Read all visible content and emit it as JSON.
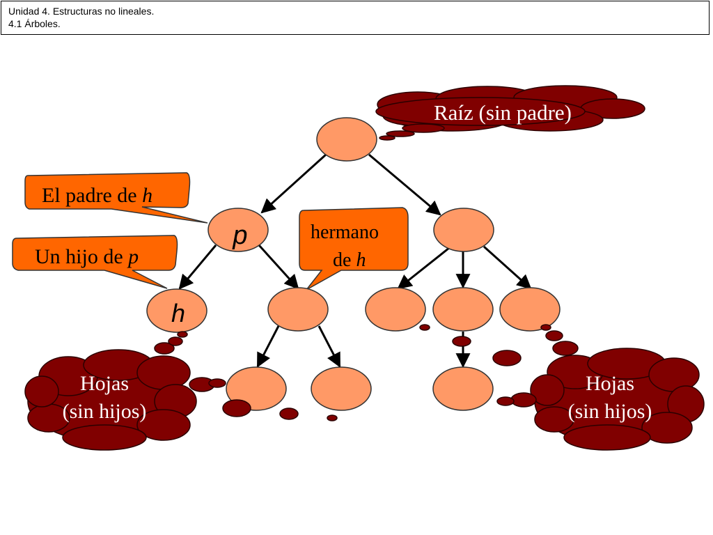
{
  "header": {
    "line1": "Unidad 4. Estructuras no lineales.",
    "line2": "4.1 Árboles."
  },
  "nodes": {
    "p": "p",
    "h": "h"
  },
  "callouts": {
    "padre": {
      "prefix": "El padre de ",
      "var": "h"
    },
    "hijo": {
      "prefix": "Un hijo de ",
      "var": "p"
    },
    "hermano": {
      "line1": "hermano",
      "prefix2": "de ",
      "var": "h"
    }
  },
  "clouds": {
    "raiz": "Raíz (sin padre)",
    "hojas_left": {
      "line1": "Hojas",
      "line2": "(sin hijos)"
    },
    "hojas_right": {
      "line1": "Hojas",
      "line2": "(sin hijos)"
    }
  },
  "colors": {
    "node_fill": "#ff9966",
    "callout_fill": "#ff6600",
    "cloud_fill": "#800000",
    "cloud_text": "#ffffff",
    "outline": "#333333"
  }
}
